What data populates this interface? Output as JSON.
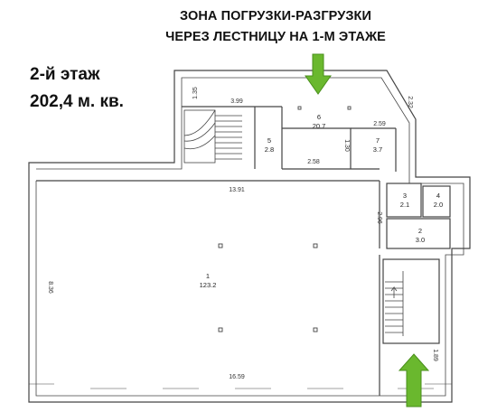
{
  "header": {
    "line1": "ЗОНА ПОГРУЗКИ-РАЗГРУЗКИ",
    "line2": "ЧЕРЕЗ ЛЕСТНИЦУ НА 1-М ЭТАЖЕ"
  },
  "floor": {
    "name": "2-й этаж",
    "area": "202,4 м. кв."
  },
  "rooms": [
    {
      "id": "room-1",
      "number": "1",
      "area": "123.2"
    },
    {
      "id": "room-2",
      "number": "2",
      "area": "3.0"
    },
    {
      "id": "room-3",
      "number": "3",
      "area": "2.1"
    },
    {
      "id": "room-4",
      "number": "4",
      "area": "2.0"
    },
    {
      "id": "room-5",
      "number": "5",
      "area": "2.8"
    },
    {
      "id": "room-6",
      "number": "6",
      "area": "20.7"
    },
    {
      "id": "room-7",
      "number": "7",
      "area": "3.7"
    }
  ],
  "dimensions": {
    "d135": "1.35",
    "d399": "3.99",
    "d232": "2.32",
    "d259": "2.59",
    "d130": "1.30",
    "d258": "2.58",
    "d1391": "13.91",
    "d296": "2.96",
    "d836": "8.36",
    "d1659": "16.59",
    "d189": "1.89"
  },
  "colors": {
    "arrow": "#6ab82e",
    "arrow_stroke": "#4a8f1c",
    "wall": "#444444"
  }
}
